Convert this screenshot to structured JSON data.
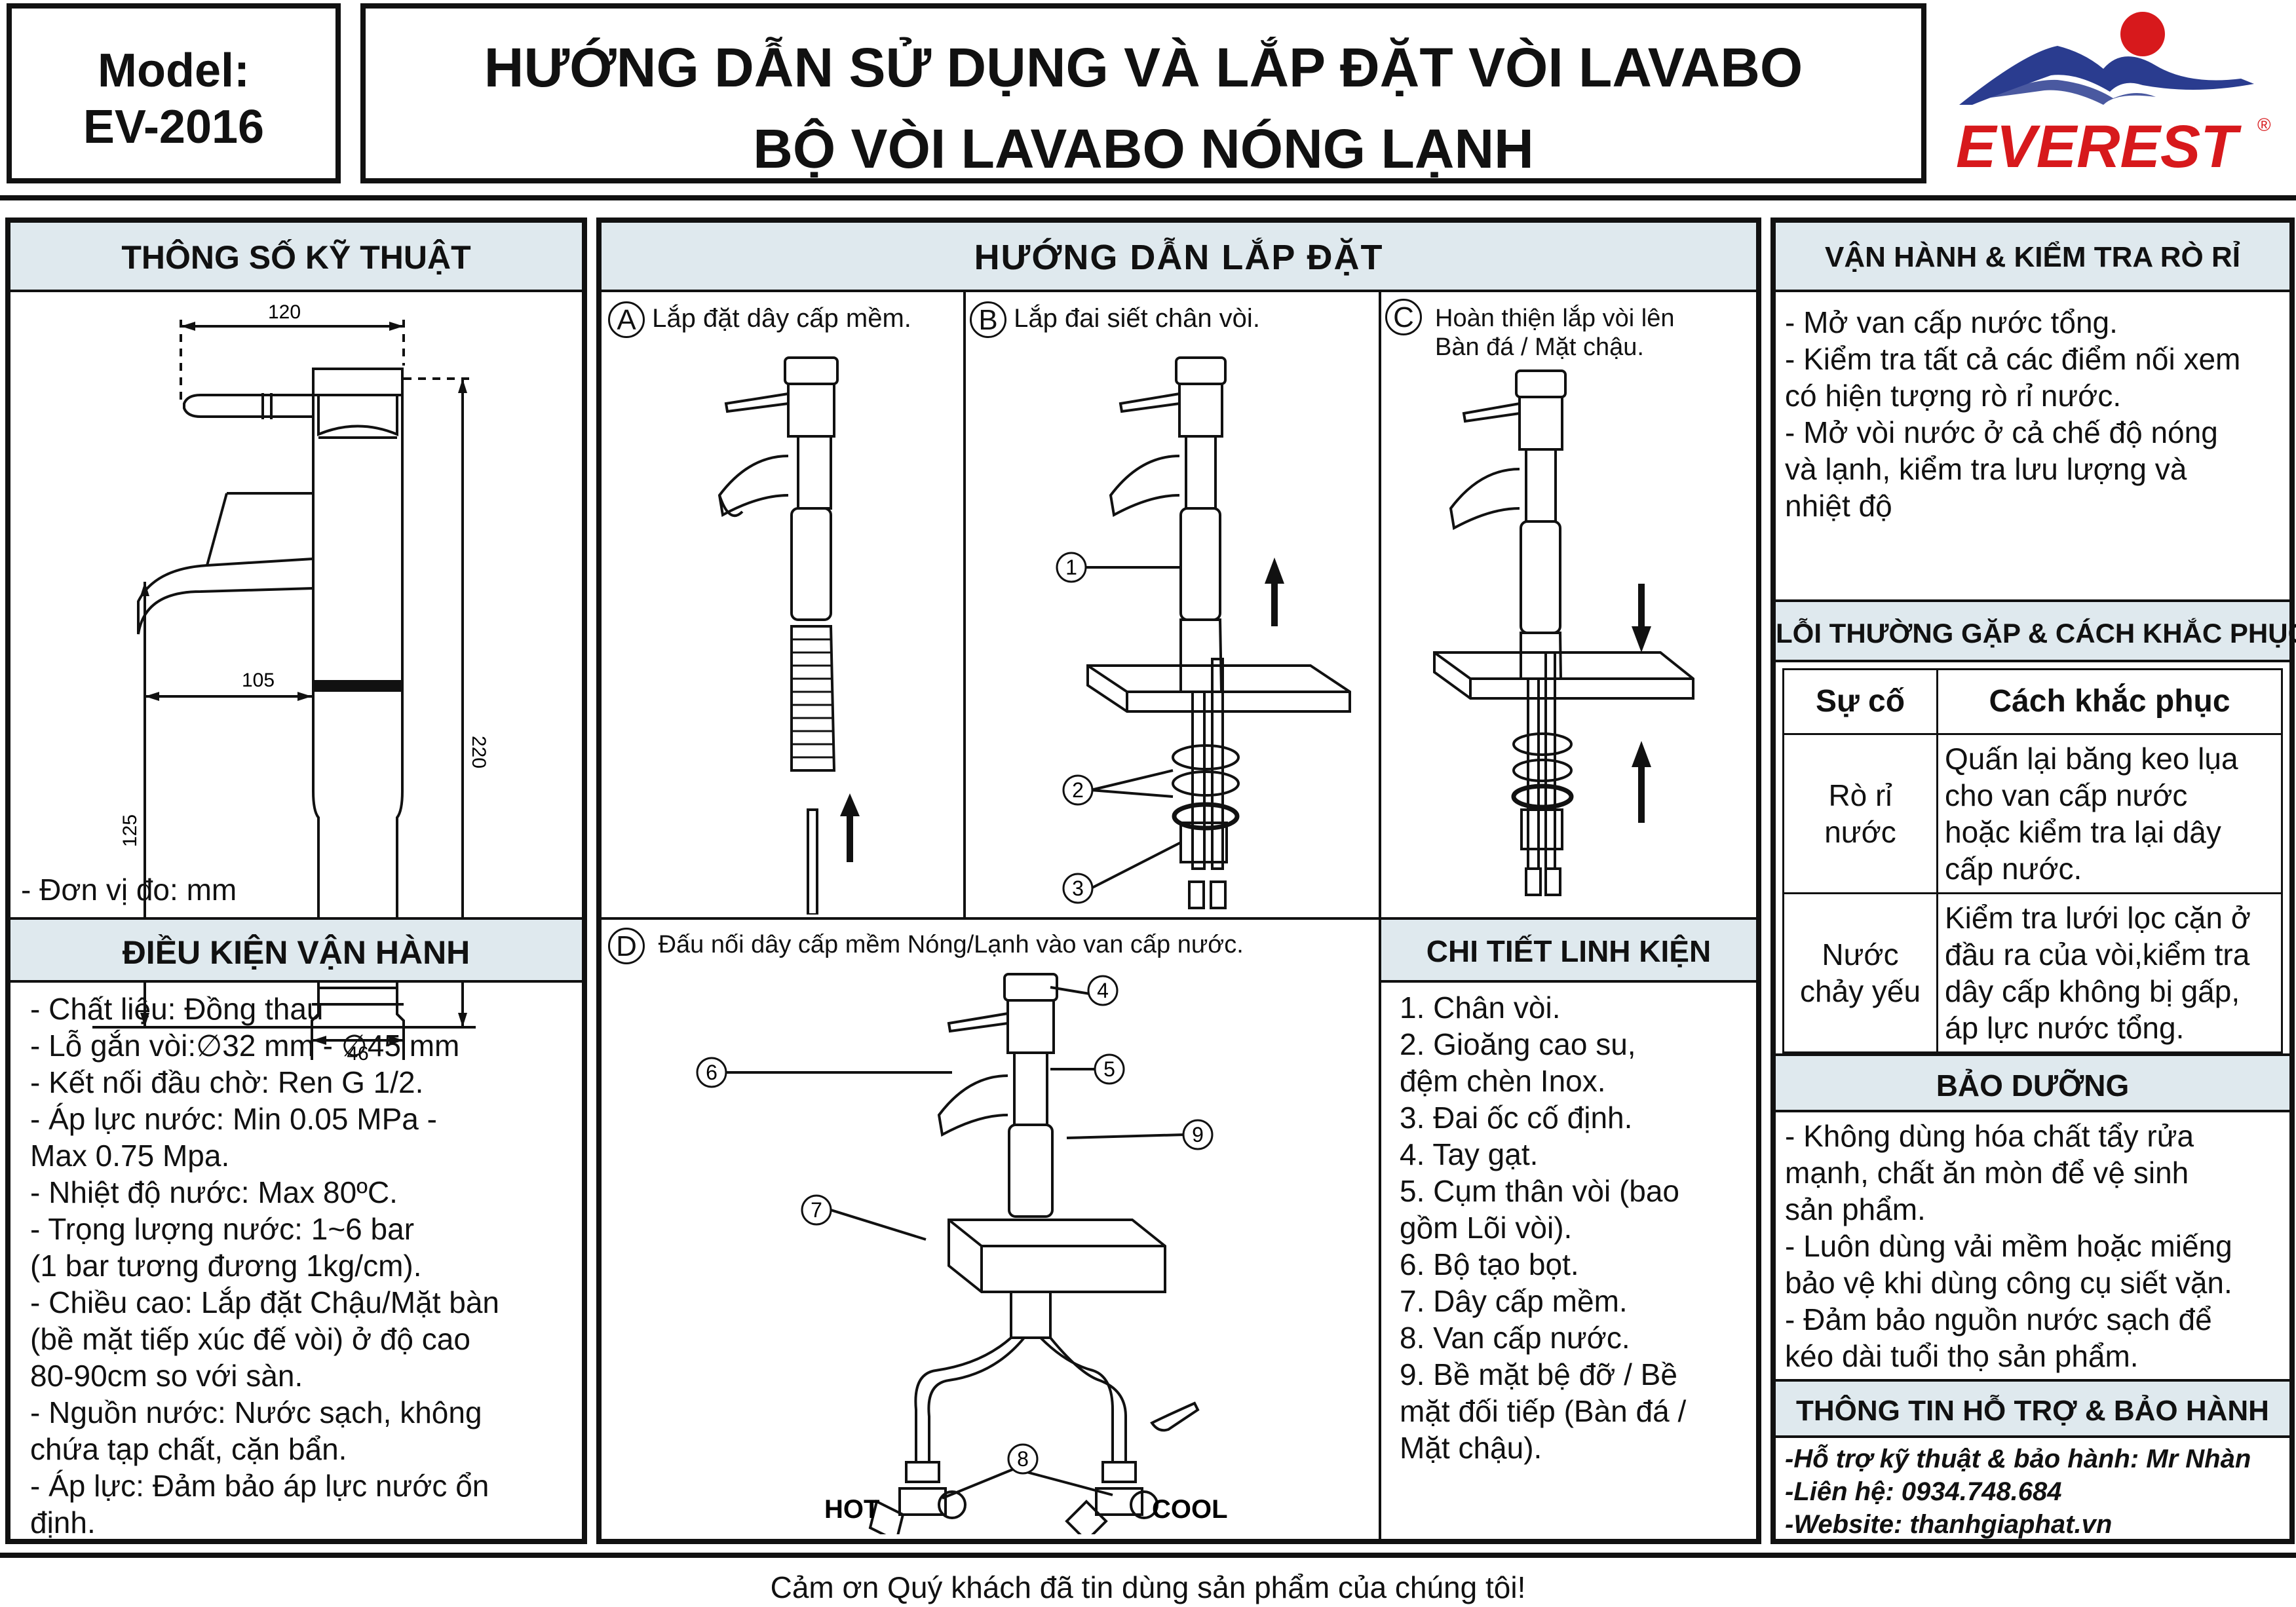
{
  "header": {
    "model_label": "Model:",
    "model_value": "EV-2016",
    "title_line1": "HƯỚNG DẪN SỬ DỤNG VÀ LẮP ĐẶT VÒI LAVABO",
    "title_line2": "BỘ VÒI LAVABO NÓNG LẠNH",
    "brand": "EVEREST",
    "brand_mark": "®",
    "brand_color": "#d7191c",
    "mountain_color": "#2a3c8f"
  },
  "specs": {
    "title": "THÔNG SỐ KỸ THUẬT",
    "dim_width": "120",
    "dim_height": "220",
    "dim_spout_height": "125",
    "dim_reach": "105",
    "dim_base": "46",
    "unit_note": "- Đơn vị đo: mm"
  },
  "conditions": {
    "title": "ĐIỀU KIỆN VẬN HÀNH",
    "lines": [
      "- Chất liệu: Đồng thau",
      "- Lỗ gắn vòi:∅32 mm - ∅45 mm",
      "- Kết nối đầu chờ: Ren G 1/2.",
      "- Áp lực nước: Min 0.05 MPa -",
      "Max 0.75 Mpa.",
      "- Nhiệt độ nước: Max 80ºC.",
      "- Trọng lượng nước: 1~6 bar",
      "(1 bar tương đương 1kg/cm).",
      "- Chiều cao: Lắp đặt Chậu/Mặt bàn",
      "(bề mặt tiếp xúc đế vòi) ở độ cao",
      "80-90cm so với sàn.",
      "- Nguồn nước: Nước sạch, không",
      "chứa tạp chất, cặn bẩn.",
      "- Áp lực: Đảm bảo áp lực nước ổn",
      "định."
    ]
  },
  "install": {
    "title": "HƯỚNG DẪN LẮP ĐẶT",
    "step_a_letter": "A",
    "step_a_text": "Lắp đặt dây cấp mềm.",
    "step_b_letter": "B",
    "step_b_text": "Lắp đai siết chân vòi.",
    "step_c_letter": "C",
    "step_c_line1": "Hoàn thiện lắp vòi lên",
    "step_c_line2": "Bàn đá / Mặt chậu.",
    "step_d_letter": "D",
    "step_d_text": "Đấu nối dây cấp mềm Nóng/Lạnh vào van cấp nước.",
    "hot_label": "HOT",
    "cool_label": "COOL",
    "callouts": [
      "1",
      "2",
      "3",
      "4",
      "5",
      "6",
      "7",
      "8",
      "9"
    ]
  },
  "parts": {
    "title": "CHI TIẾT LINH KIỆN",
    "lines": [
      "1. Chân vòi.",
      "2. Gioăng cao su,",
      "đệm chèn Inox.",
      "3. Đai ốc cố định.",
      "4. Tay gạt.",
      "5. Cụm thân vòi (bao",
      "gồm Lõi vòi).",
      "6. Bộ tạo bọt.",
      "7. Dây cấp mềm.",
      "8. Van cấp nước.",
      "9. Bề mặt bệ đỡ / Bề",
      "mặt đối tiếp (Bàn đá /",
      "Mặt chậu)."
    ]
  },
  "operation": {
    "title": "VẬN HÀNH & KIỂM TRA RÒ RỈ",
    "lines": [
      "- Mở van cấp nước tổng.",
      "- Kiểm tra tất cả các điểm nối xem",
      "có hiện tượng rò rỉ nước.",
      "- Mở vòi nước ở cả chế độ nóng",
      "và lạnh, kiểm tra lưu lượng và",
      "nhiệt độ"
    ]
  },
  "faults": {
    "title": "LỖI THƯỜNG GẶP & CÁCH KHẮC PHỤC",
    "col_issue": "Sự cố",
    "col_fix": "Cách khắc phục",
    "rows": [
      {
        "issue_lines": [
          "Rò rỉ",
          "nước"
        ],
        "fix_lines": [
          "Quấn lại băng keo lụa",
          "cho van cấp nước",
          "hoặc kiểm tra lại dây",
          "cấp nước."
        ]
      },
      {
        "issue_lines": [
          "Nước",
          "chảy yếu"
        ],
        "fix_lines": [
          "Kiểm tra lưới lọc cặn ở",
          "đầu ra của vòi,kiểm tra",
          "dây cấp không bị gấp,",
          "áp lực nước tổng."
        ]
      }
    ]
  },
  "maintenance": {
    "title": "BẢO DƯỠNG",
    "lines": [
      "- Không dùng hóa chất tẩy rửa",
      "mạnh, chất ăn mòn để vệ sinh",
      "sản phẩm.",
      "- Luôn dùng vải mềm hoặc miếng",
      "bảo vệ khi dùng công cụ siết vặn.",
      "- Đảm bảo nguồn nước sạch để",
      "kéo dài tuổi thọ sản phẩm."
    ]
  },
  "support": {
    "title": "THÔNG TIN HỖ TRỢ & BẢO HÀNH",
    "lines": [
      "-Hỗ trợ kỹ thuật & bảo hành: Mr Nhàn",
      "-Liên hệ: 0934.748.684",
      "-Website: thanhgiaphat.vn"
    ]
  },
  "footer": {
    "thanks": "Cảm ơn Quý khách đã tin dùng sản phẩm của chúng tôi!"
  }
}
